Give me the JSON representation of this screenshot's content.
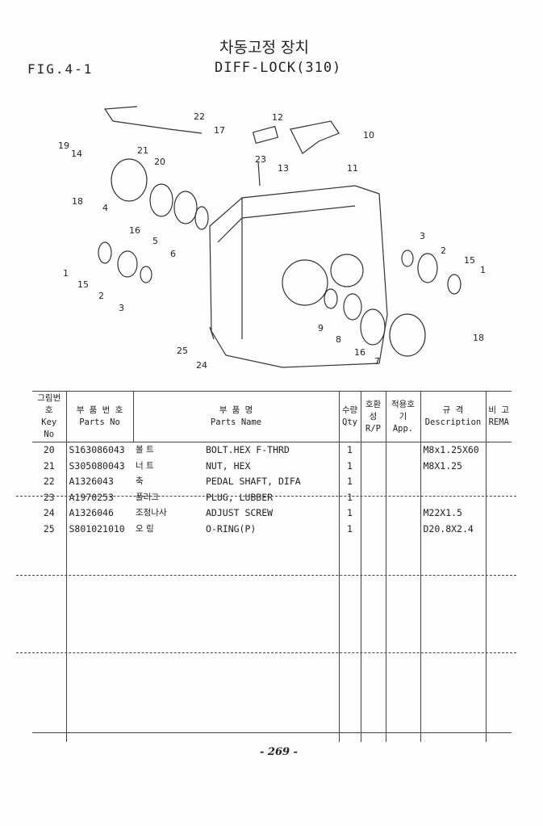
{
  "header": {
    "title_ko": "차동고정 장치",
    "title_en": "DIFF-LOCK(310)",
    "figure": "FIG.4-1"
  },
  "callouts": [
    "22",
    "12",
    "17",
    "10",
    "19",
    "14",
    "21",
    "20",
    "23",
    "13",
    "11",
    "18",
    "4",
    "16",
    "5",
    "6",
    "3",
    "2",
    "15",
    "1",
    "1",
    "15",
    "2",
    "3",
    "9",
    "8",
    "16",
    "7",
    "18",
    "25",
    "24"
  ],
  "table": {
    "headers": [
      {
        "ko": "그림번호",
        "en": "Key No"
      },
      {
        "ko": "부 품 번 호",
        "en": "Parts No"
      },
      {
        "ko": "부  품  명",
        "en": "Parts Name"
      },
      {
        "ko": "수량",
        "en": "Qty"
      },
      {
        "ko": "호환성",
        "en": "R/P"
      },
      {
        "ko": "적용호기",
        "en": "App."
      },
      {
        "ko": "규  격",
        "en": "Description"
      },
      {
        "ko": "비 고",
        "en": "REMA"
      }
    ],
    "rows": [
      {
        "key": "20",
        "part": "S163086043",
        "ko": "볼 트",
        "name": "BOLT.HEX F-THRD",
        "qty": "1",
        "desc": "M8x1.25X60"
      },
      {
        "key": "21",
        "part": "S305080043",
        "ko": "너 트",
        "name": "NUT, HEX",
        "qty": "1",
        "desc": "M8X1.25"
      },
      {
        "key": "22",
        "part": "A1326043",
        "ko": "축",
        "name": "PEDAL SHAFT, DIFA",
        "qty": "1",
        "desc": ""
      },
      {
        "key": "23",
        "part": "A1970253",
        "ko": "플러그",
        "name": "PLUG, LUBBER",
        "qty": "1",
        "desc": ""
      },
      {
        "key": "24",
        "part": "A1326046",
        "ko": "조정나사",
        "name": "ADJUST SCREW",
        "qty": "1",
        "desc": "M22X1.5"
      },
      {
        "key": "25",
        "part": "S801021010",
        "ko": "오 링",
        "name": "O-RING(P)",
        "qty": "1",
        "desc": "D20.8X2.4"
      }
    ]
  },
  "footer": {
    "page_number": "- 269 -"
  }
}
